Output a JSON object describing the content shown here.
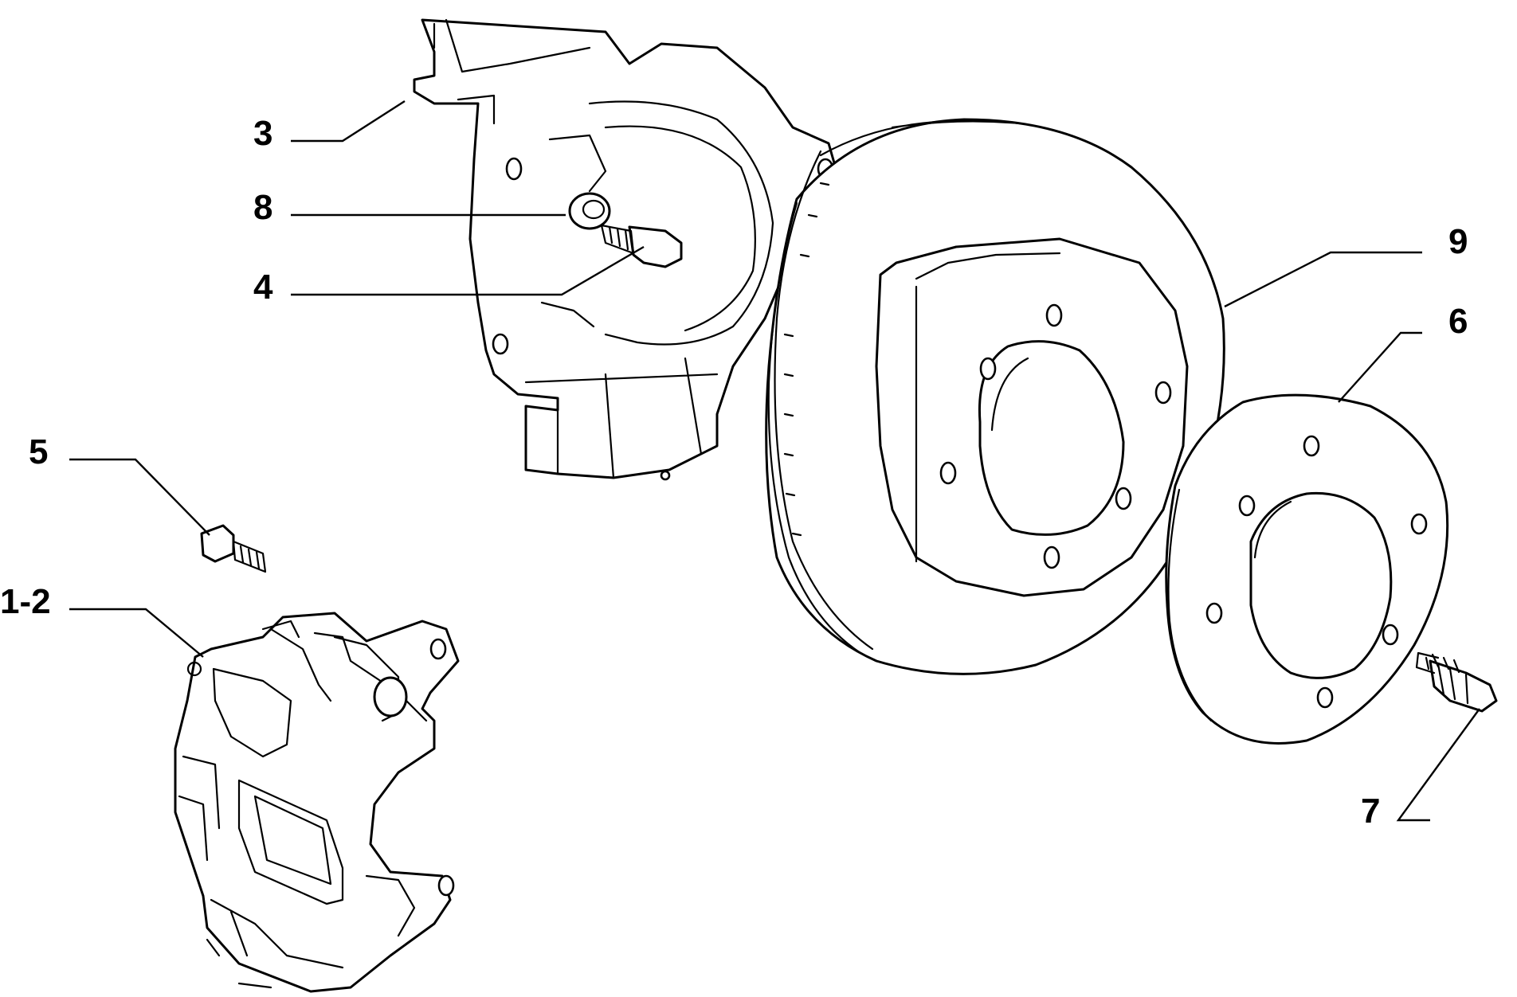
{
  "callouts": {
    "c3": "3",
    "c8": "8",
    "c4": "4",
    "c5": "5",
    "c12": "1-2",
    "c9": "9",
    "c6": "6",
    "c7": "7"
  },
  "colors": {
    "line": "#000000",
    "background": "#ffffff"
  },
  "parts": {
    "p1_2": "brake-caliper",
    "p3": "dust-shield",
    "p4": "shield-bolt",
    "p5": "caliper-bolt",
    "p6": "hub-spacer-ring",
    "p7": "wheel-stud",
    "p8": "washer",
    "p9": "brake-disc"
  }
}
